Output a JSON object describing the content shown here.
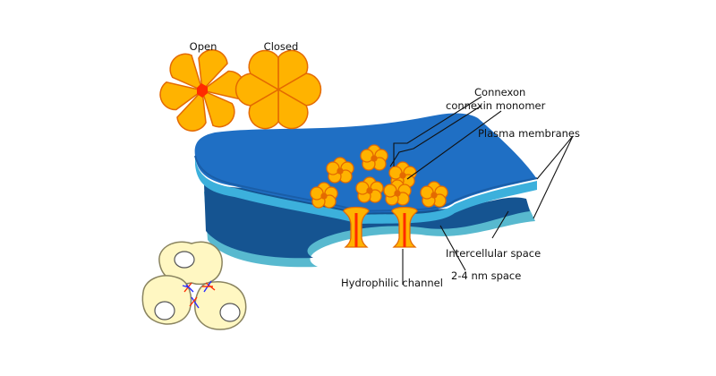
{
  "labels": {
    "open": "Open",
    "closed": "Closed",
    "connexon": "Connexon",
    "connexin_monomer": "connexin monomer",
    "plasma_membranes": "Plasma membranes",
    "intercellular_space": "Intercellular space",
    "nm_space": "2-4 nm space",
    "hydrophilic_channel": "Hydrophilic channel"
  },
  "colors": {
    "membrane_top": "#1f6fc4",
    "membrane_top_dark": "#1a5ea8",
    "membrane_light_edge": "#3cb0dc",
    "membrane_bottom": "#155491",
    "membrane_bottom_edge": "#58b9cf",
    "connexin_fill": "#ffb300",
    "connexin_stroke": "#e46a00",
    "cell_fill": "#fff7c2",
    "cell_stroke": "#8a8460",
    "pore_red": "#ff2a00"
  }
}
